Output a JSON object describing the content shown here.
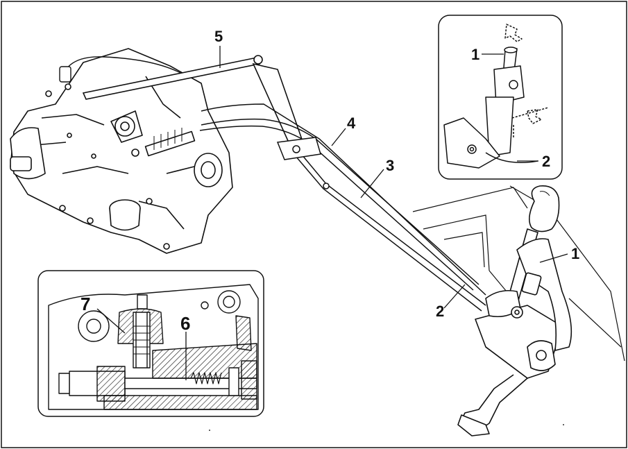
{
  "callouts": {
    "c1_inset": "1",
    "c2_inset": "2",
    "c1_main": "1",
    "c2_main": "2",
    "c3": "3",
    "c4": "4",
    "c5": "5",
    "c6": "6",
    "c7": "7"
  },
  "components": {
    "gearbox": "gearbox-assembly",
    "shift_lever": "gear-shift-lever",
    "mounting_bracket": "lever-mounting-bracket",
    "rods": [
      "selector-rod",
      "reaction-rod"
    ],
    "inset_top": "lever-base-detail",
    "inset_bottom": "gearbox-selector-section"
  },
  "colors": {
    "line": "#111111",
    "background": "#ffffff",
    "shade": "#d9d9d9"
  }
}
